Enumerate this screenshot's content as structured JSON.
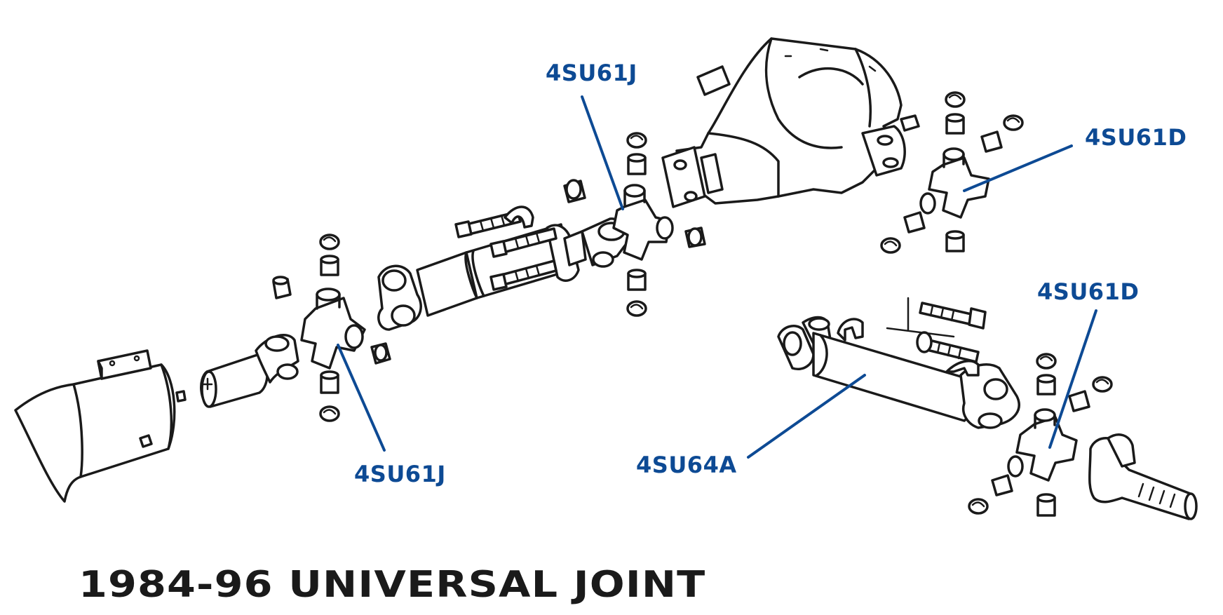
{
  "title": "1984-96 UNIVERSAL JOINT",
  "colors": {
    "callout": "#0d4a94",
    "drawing": "#1a1a1a",
    "title": "#1a1a1a",
    "background": "#ffffff"
  },
  "callouts": [
    {
      "id": "front-left",
      "label": "4SU61J"
    },
    {
      "id": "front-upper",
      "label": "4SU61J"
    },
    {
      "id": "rear-axle",
      "label": "4SU61D"
    },
    {
      "id": "rear-lower",
      "label": "4SU61D"
    },
    {
      "id": "driveshaft",
      "label": "4SU64A"
    }
  ]
}
